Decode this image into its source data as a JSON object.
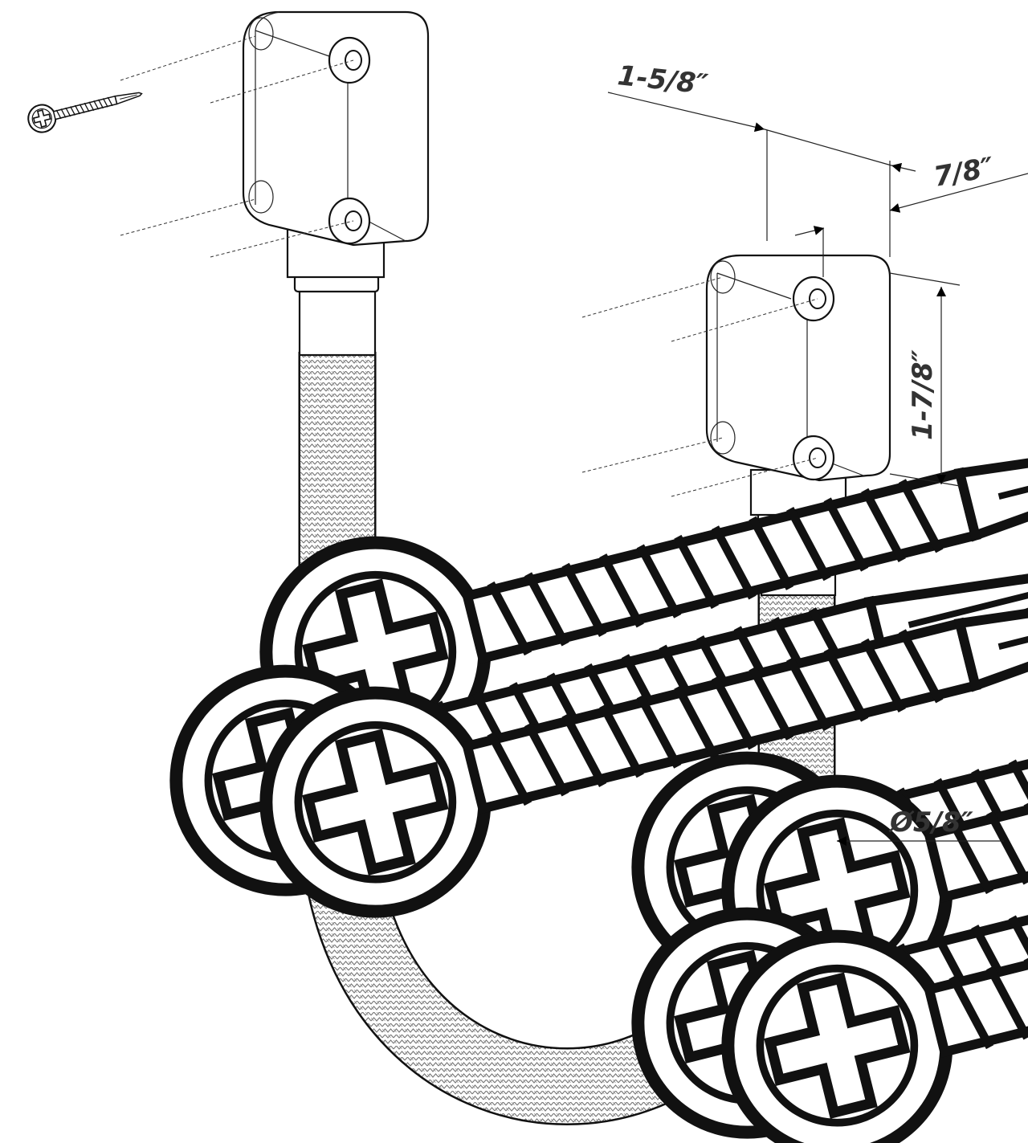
{
  "diagram": {
    "title": "Armored door cord with mounting blocks and screws",
    "dimensions": {
      "depth": "1-5/8″",
      "width": "7/8″",
      "height": "1-7/8″",
      "diameter": "Ø5/8″"
    },
    "screw_count": 8,
    "colors": {
      "line": "#111111",
      "text": "#333333",
      "braid": "#888888"
    }
  }
}
